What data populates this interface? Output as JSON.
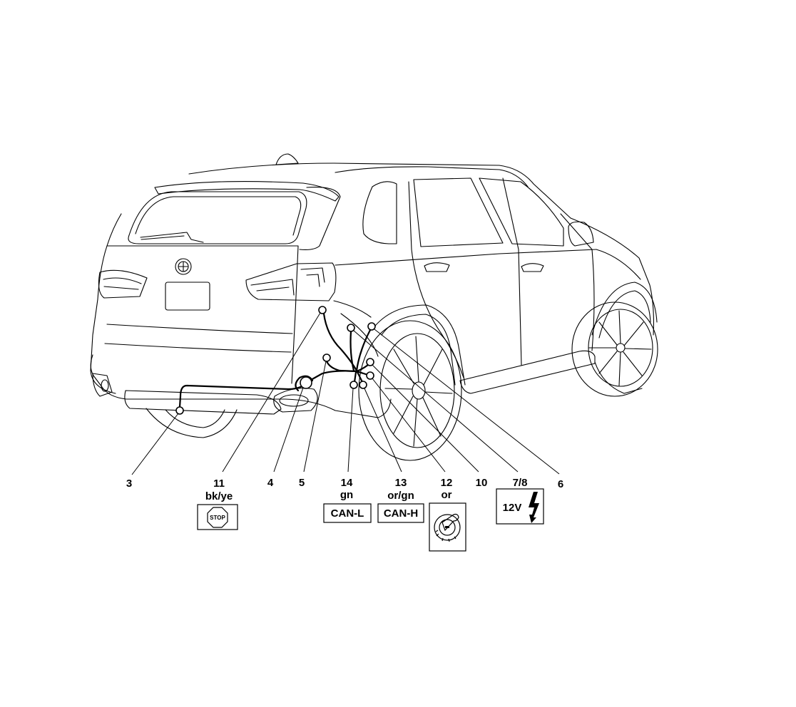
{
  "callouts": {
    "c3": {
      "number": "3"
    },
    "c11": {
      "number": "11",
      "wire": "bk/ye",
      "sign": "STOP",
      "icon": "stop-sign-icon"
    },
    "c4": {
      "number": "4"
    },
    "c5": {
      "number": "5"
    },
    "c14": {
      "number": "14",
      "wire": "gn",
      "tag": "CAN-L"
    },
    "c13": {
      "number": "13",
      "wire": "or/gn",
      "tag": "CAN-H"
    },
    "c12": {
      "number": "12",
      "wire": "or",
      "icon": "ignition-switch-icon"
    },
    "c10": {
      "number": "10"
    },
    "c78": {
      "number": "7/8",
      "tag": "12V",
      "icon": "lightning-bolt-icon"
    },
    "c6": {
      "number": "6"
    }
  },
  "colors": {
    "line": "#000000",
    "background": "#ffffff"
  }
}
